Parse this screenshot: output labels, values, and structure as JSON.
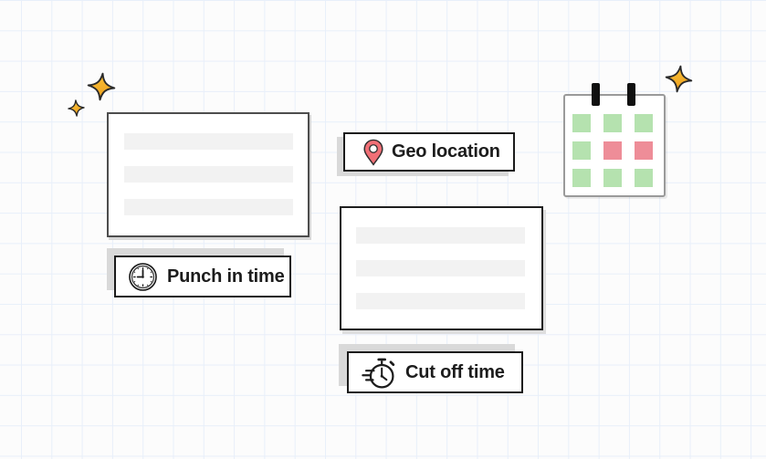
{
  "labels": {
    "geo_location": {
      "text": "Geo location",
      "icon": "location-pin-icon"
    },
    "punch_in_time": {
      "text": "Punch in time",
      "icon": "clock-icon"
    },
    "cut_off_time": {
      "text": "Cut off time",
      "icon": "stopwatch-icon"
    }
  },
  "cards": {
    "card1": {
      "placeholder_lines": 3
    },
    "card2": {
      "placeholder_lines": 3
    }
  },
  "calendar": {
    "rows": [
      [
        "green",
        "green",
        "green"
      ],
      [
        "green",
        "red",
        "red"
      ],
      [
        "green",
        "green",
        "green"
      ]
    ]
  },
  "colors": {
    "sparkle": "#fbc53b",
    "sparkle_deep": "#eea21f",
    "pin": "#f06f76",
    "green": "#b5e2af",
    "red": "#ee8d98",
    "shadow": "#d9d9d9",
    "grid": "#e8effa",
    "ink": "#1c1c1c"
  }
}
